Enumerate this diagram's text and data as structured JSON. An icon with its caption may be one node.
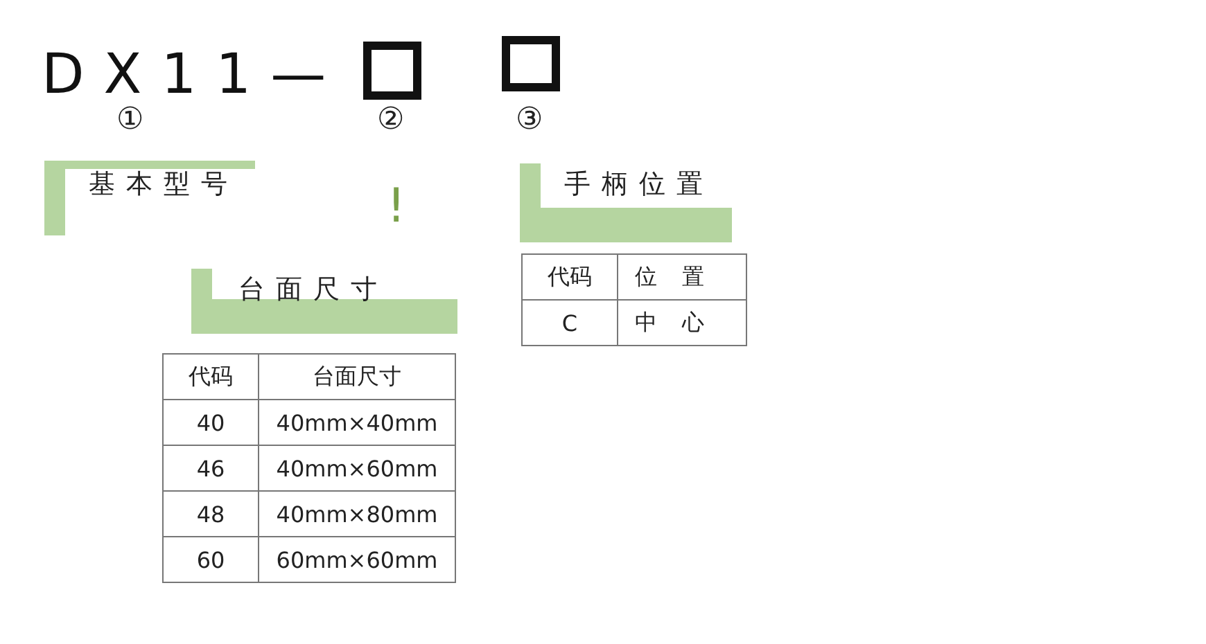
{
  "diagram": {
    "nodes": [
      {
        "text": [],
        "shape": "box"
      },
      {
        "text": [],
        "shape": "box"
      },
      {
        "text": [
          "基本型号"
        ]
      },
      {
        "text": [
          "手柄位置"
        ]
      },
      {
        "text": [
          "台面尺寸"
        ]
      }
    ],
    "labels": [
      "DX11—",
      "①",
      "②",
      "③",
      "!",
      "代码",
      "位置",
      "C",
      "中心",
      "代码",
      "台面尺寸",
      "40",
      "40mm×40mm",
      "46",
      "40mm×60mm",
      "48",
      "40mm×80mm",
      "60",
      "60mm×60mm"
    ]
  }
}
